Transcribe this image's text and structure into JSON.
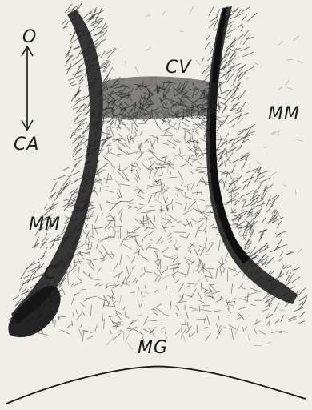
{
  "figure": {
    "labels": {
      "o": "O",
      "ca": "CA",
      "cv": "CV",
      "mm_left": "MM",
      "mm_right": "MM",
      "c": "C",
      "mg": "MG"
    },
    "colors": {
      "background": "#efeee9",
      "ink": "#1a1a1a"
    },
    "icons": [
      "orientation-arrow-icon"
    ]
  }
}
